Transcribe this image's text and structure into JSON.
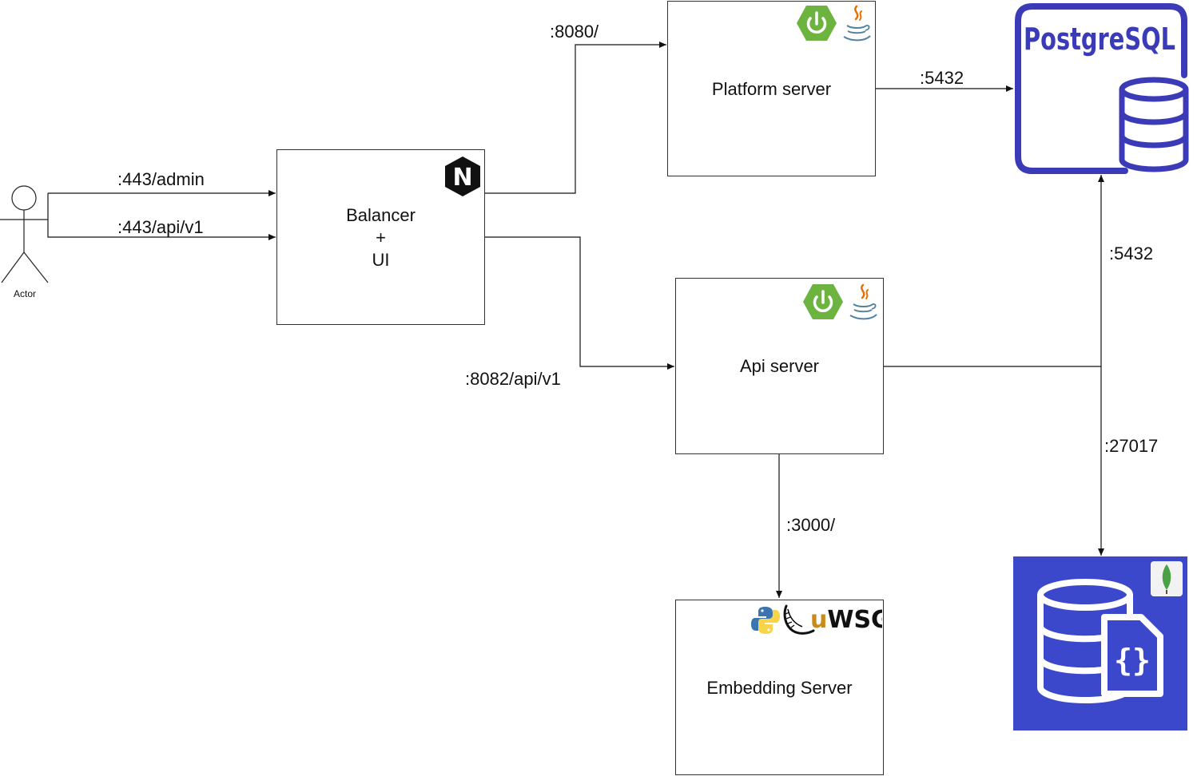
{
  "actor": {
    "label": "Actor"
  },
  "nodes": {
    "balancer": {
      "line1": "Balancer",
      "line2": "+",
      "line3": "UI"
    },
    "platform": {
      "label": "Platform server"
    },
    "api": {
      "label": "Api server"
    },
    "embedding": {
      "label": "Embedding Server"
    },
    "postgres": {
      "logo_text": "PostgreSQL"
    },
    "mongo": {
      "icon": "document-database-icon"
    }
  },
  "edges": {
    "actor_admin": ":443/admin",
    "actor_api": ":443/api/v1",
    "balancer_platform": ":8080/",
    "balancer_api": ":8082/api/v1",
    "platform_postgres": ":5432",
    "api_postgres": ":5432",
    "api_mongo": ":27017",
    "api_embedding": ":3000/"
  },
  "logos": {
    "nginx_letter": "N",
    "uwsgi_u": "u",
    "uwsgi_rest": "WSGI"
  },
  "colors": {
    "spring": "#6db33f",
    "postgres": "#3b3bb8",
    "mongo_bg": "#3b48cc",
    "mongo_leaf": "#4aa146",
    "java_blue": "#5382a1",
    "java_red": "#e76f00",
    "python_blue": "#3a75b0",
    "python_yellow": "#f7d44a"
  }
}
